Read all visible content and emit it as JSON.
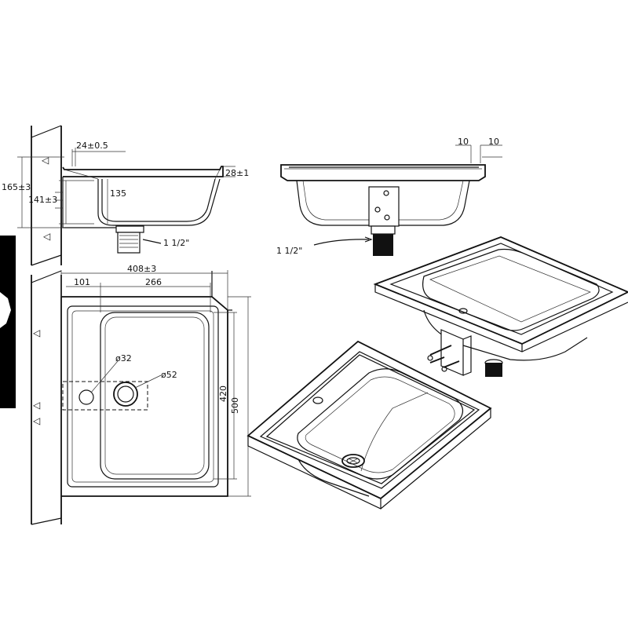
{
  "drawing": {
    "side_view": {
      "rim_thickness": "24±0.5",
      "overall_height": "165±3",
      "inner_height": "141±3",
      "depth": "135",
      "flange_height": "28±1",
      "drain_thread": "1 1/2\""
    },
    "front_view": {
      "flange_left": "10",
      "flange_right": "10",
      "drain_thread": "1 1/2\""
    },
    "plan_view": {
      "overall_width": "408±3",
      "left_offset": "101",
      "bowl_width": "266",
      "tap_hole": "ø32",
      "drain_hole": "ø52",
      "bowl_length": "420",
      "overall_length": "500"
    }
  },
  "colors": {
    "line": "#111111",
    "background": "#ffffff",
    "left_edge_photo": "#000000"
  }
}
